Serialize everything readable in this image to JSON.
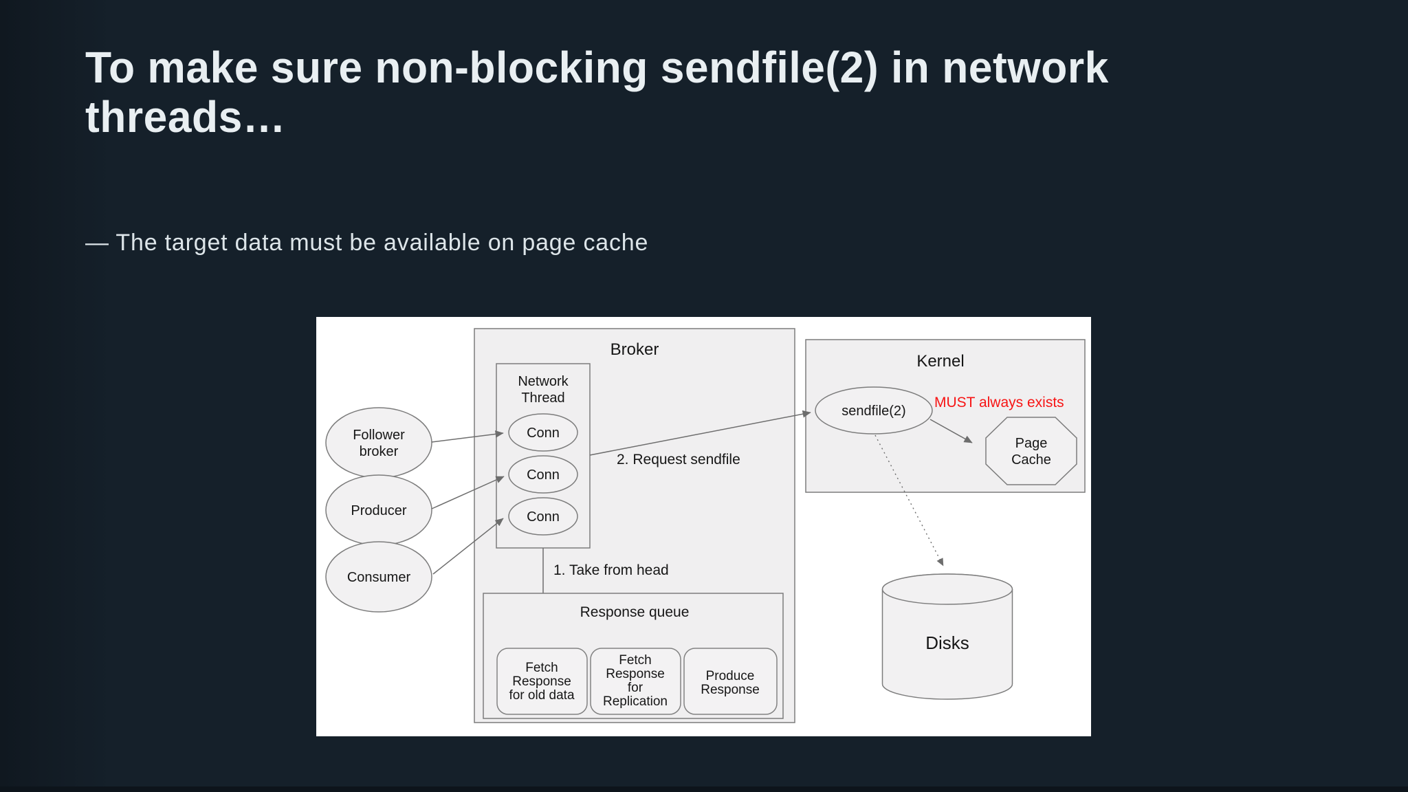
{
  "slide": {
    "title_line1": "To make sure non-blocking sendfile(2) in network",
    "title_line2": "threads…",
    "bullet": "— The target data must be available on page cache"
  },
  "colors": {
    "background": "#15202a",
    "title_text": "#e9eff2",
    "bullet_text": "#dde5e9",
    "diagram_background": "#ffffff",
    "node_fill": "#f1f0f1",
    "node_border": "#7c7c7c",
    "diagram_text": "#161616",
    "warning_red": "#f71414"
  },
  "diagram": {
    "broker_label": "Broker",
    "kernel_label": "Kernel",
    "network_thread": [
      "Network",
      "Thread"
    ],
    "conn_labels": [
      "Conn",
      "Conn",
      "Conn"
    ],
    "clients": [
      {
        "lines": [
          "Follower",
          "broker"
        ]
      },
      {
        "lines": [
          "Producer"
        ]
      },
      {
        "lines": [
          "Consumer"
        ]
      }
    ],
    "sendfile_label": "sendfile(2)",
    "warning_label": "MUST always exists",
    "page_cache": [
      "Page",
      "Cache"
    ],
    "disks_label": "Disks",
    "response_queue_label": "Response queue",
    "queue_items": [
      {
        "lines": [
          "Fetch",
          "Response",
          "for old data"
        ]
      },
      {
        "lines": [
          "Fetch",
          "Response",
          "for",
          "Replication"
        ]
      },
      {
        "lines": [
          "Produce",
          "Response"
        ]
      }
    ],
    "annotations": {
      "take_from_head": "1. Take from head",
      "request_sendfile": "2. Request sendfile"
    }
  }
}
